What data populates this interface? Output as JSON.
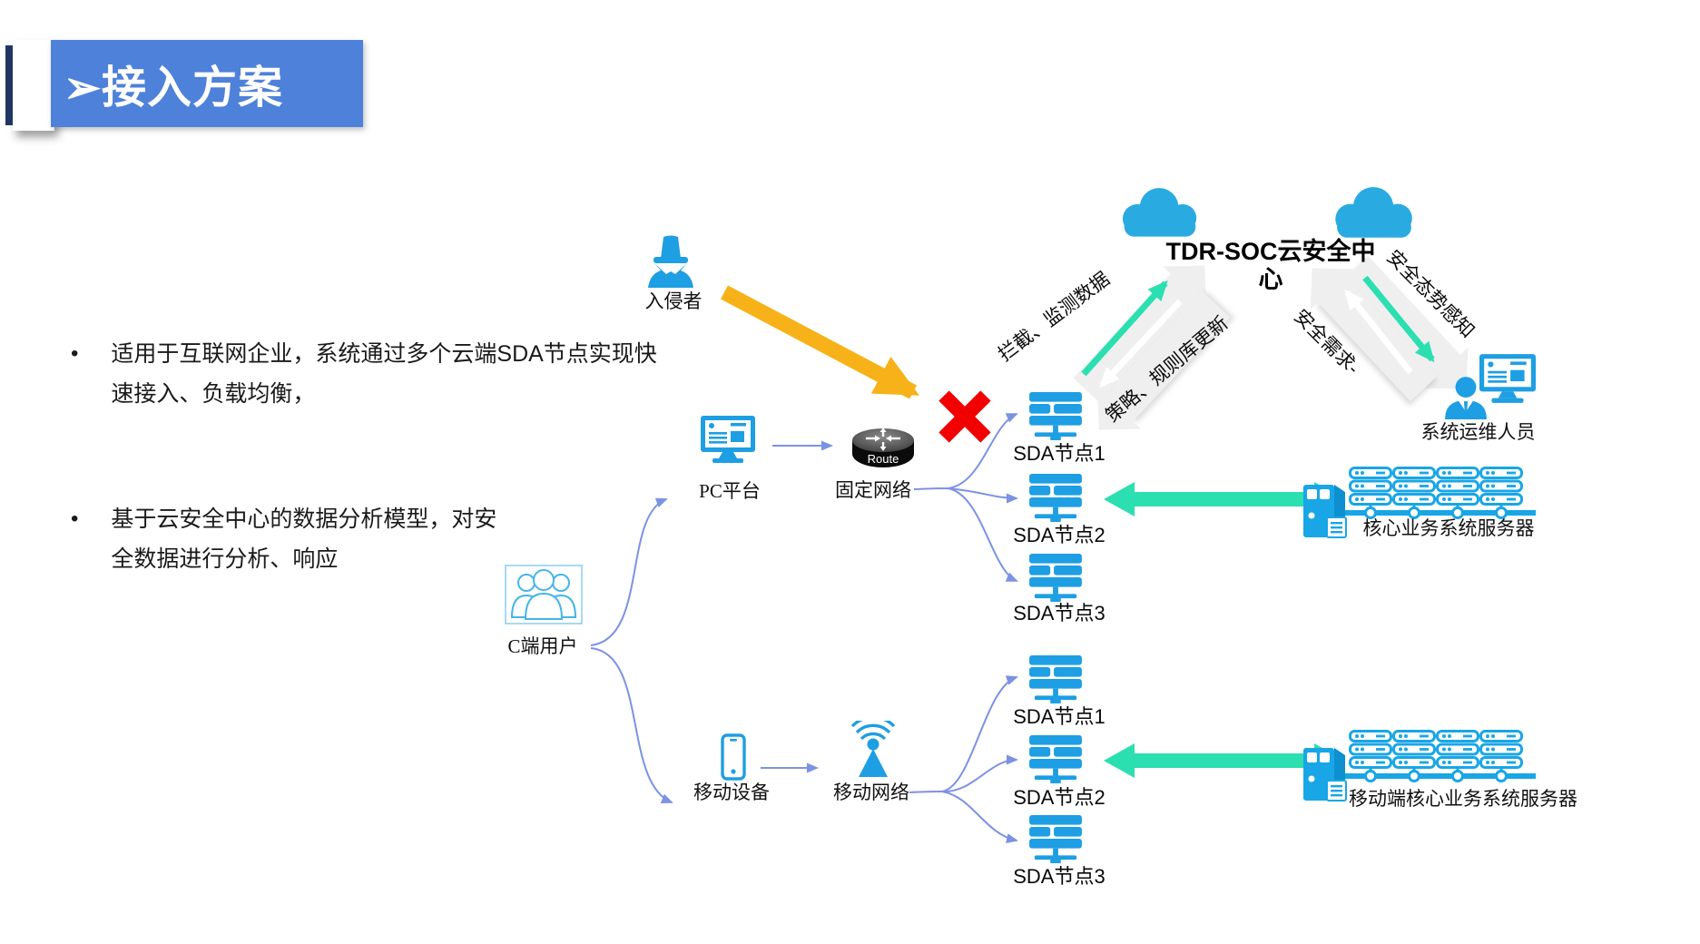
{
  "slide": {
    "title": "➢接入方案",
    "bullets": [
      {
        "lines": [
          "适用于互联网企业，系统通过多个云端SDA节点实现快",
          "速接入、负载均衡，"
        ]
      },
      {
        "lines": [
          "基于云安全中心的数据分析模型，对安",
          "全数据进行分析、响应"
        ]
      }
    ]
  },
  "diagram": {
    "intruder_label": "入侵者",
    "cloud_center_label": "TDR-SOC云安全中心",
    "flow_labels": {
      "intercept": "拦截、监测数据",
      "policy": "策略、规则库更新",
      "awareness": "安全态势感知",
      "requirement": "安全需求-"
    },
    "operator_label": "系统运维人员",
    "user_label": "C端用户",
    "pc_label": "PC平台",
    "fixed_network_label": "固定网络",
    "router_text": "Route",
    "mobile_device_label": "移动设备",
    "mobile_network_label": "移动网络",
    "sda_nodes_top": [
      "SDA节点1",
      "SDA节点2",
      "SDA节点3"
    ],
    "sda_nodes_bottom": [
      "SDA节点1",
      "SDA节点2",
      "SDA节点3"
    ],
    "core_server_label": "核心业务系统服务器",
    "mobile_core_server_label": "移动端核心业务系统服务器"
  },
  "colors": {
    "title_bg": "#4E81D9",
    "cloud_blue": "#29ABE2",
    "icon_blue": "#1E9EE3",
    "cluster_cyan": "#18A6E6",
    "connector_periwinkle": "#7C92E3",
    "teal": "#2BDFB0",
    "attack_orange": "#F7B219",
    "block_red": "#F20000"
  }
}
